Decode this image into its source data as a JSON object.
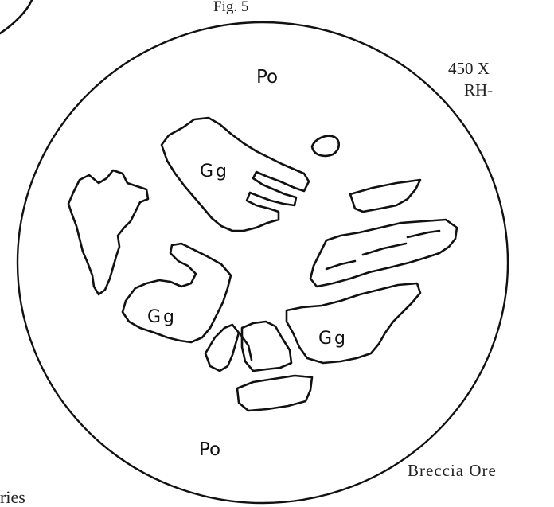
{
  "figure": {
    "caption": "Fig. 5",
    "magnification": "450 X",
    "illumination": "RH-",
    "sample": "Breccia Ore",
    "margin_text": "ries"
  },
  "labels": {
    "po_top": "Po",
    "po_bottom": "Po",
    "gg_upper": "Gg",
    "gg_left": "Gg",
    "gg_right": "Gg"
  }
}
